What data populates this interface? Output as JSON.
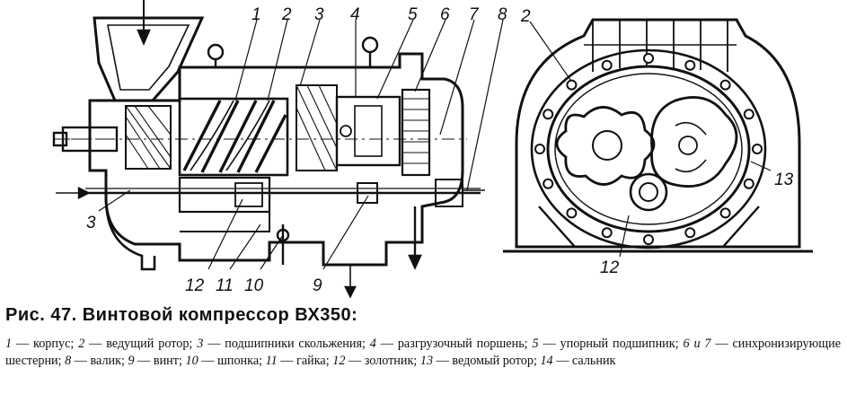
{
  "figure": {
    "title": "Рис. 47. Винтовой компрессор ВХ350:",
    "callouts_left": [
      "1",
      "2",
      "3",
      "4",
      "5",
      "6",
      "7",
      "8",
      "3",
      "12",
      "11",
      "10",
      "9"
    ],
    "callouts_right": [
      "2",
      "13",
      "12"
    ]
  },
  "legend": [
    {
      "num": "1",
      "text": "— корпус;"
    },
    {
      "num": "2",
      "text": "— ведущий ротор;"
    },
    {
      "num": "3",
      "text": "— подшипники скольжения;"
    },
    {
      "num": "4",
      "text": "— разгрузочный поршень;"
    },
    {
      "num": "5",
      "text": "— упорный подшипник;"
    },
    {
      "num": "6 и 7",
      "text": "— синхронизирующие шестерни;"
    },
    {
      "num": "8",
      "text": "— валик;"
    },
    {
      "num": "9",
      "text": "— винт;"
    },
    {
      "num": "10",
      "text": "— шпонка;"
    },
    {
      "num": "11",
      "text": "— гайка;"
    },
    {
      "num": "12",
      "text": "— золотник;"
    },
    {
      "num": "13",
      "text": "— ведомый ротор;"
    },
    {
      "num": "14",
      "text": "— сальник"
    }
  ]
}
